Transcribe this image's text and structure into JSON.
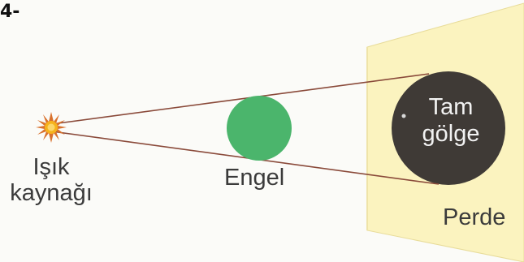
{
  "question": {
    "number": "4-"
  },
  "labels": {
    "source_line1": "Işık",
    "source_line2": "kaynağı",
    "obstacle": "Engel",
    "umbra_line1": "Tam",
    "umbra_line2": "gölge",
    "screen": "Perde"
  },
  "colors": {
    "screen_fill": "#fbf3bf",
    "screen_edge": "#e8dc9a",
    "obstacle_fill": "#4bb56c",
    "umbra_fill": "#3f3a36",
    "ray": "#8a4a3a",
    "sun_core": "#f6b21c",
    "sun_rays": "#c9662a"
  }
}
